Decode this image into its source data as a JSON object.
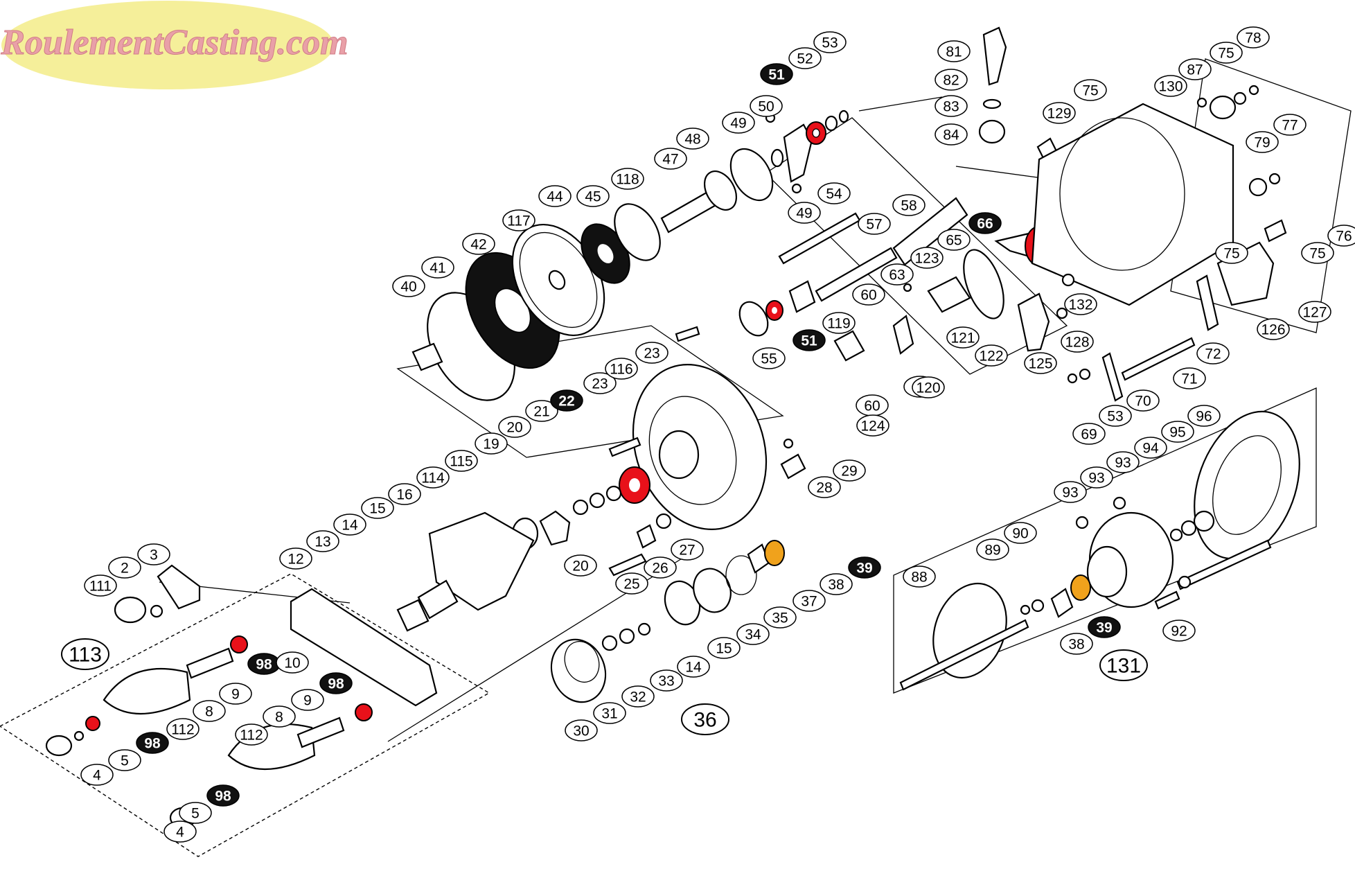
{
  "watermark": "RoulementCasting.com",
  "colors": {
    "highlight_bearing": "#e8111a",
    "highlight_bushing": "#f0a21c",
    "logo_oval": "#f5ef9a",
    "logo_text": "#e9a0a8"
  },
  "callouts": [
    "3",
    "2",
    "111",
    "113",
    "4",
    "5",
    "98",
    "112",
    "8",
    "9",
    "98",
    "10",
    "4",
    "5",
    "98",
    "112",
    "8",
    "9",
    "98",
    "12",
    "13",
    "14",
    "15",
    "16",
    "114",
    "115",
    "19",
    "20",
    "21",
    "22",
    "23",
    "116",
    "23",
    "20",
    "25",
    "26",
    "27",
    "28",
    "29",
    "30",
    "31",
    "32",
    "33",
    "14",
    "15",
    "34",
    "35",
    "37",
    "38",
    "39",
    "36",
    "40",
    "41",
    "42",
    "117",
    "44",
    "45",
    "118",
    "47",
    "48",
    "49",
    "50",
    "51",
    "52",
    "53",
    "49",
    "54",
    "57",
    "58",
    "66",
    "65",
    "123",
    "63",
    "60",
    "119",
    "55",
    "51",
    "60",
    "63",
    "122",
    "121",
    "120",
    "124",
    "125",
    "128",
    "81",
    "82",
    "83",
    "84",
    "129",
    "75",
    "130",
    "87",
    "75",
    "78",
    "79",
    "77",
    "76",
    "75",
    "75",
    "127",
    "126",
    "72",
    "71",
    "70",
    "53",
    "69",
    "132",
    "96",
    "95",
    "94",
    "93",
    "93",
    "93",
    "90",
    "89",
    "88",
    "38",
    "39",
    "131",
    "92"
  ]
}
